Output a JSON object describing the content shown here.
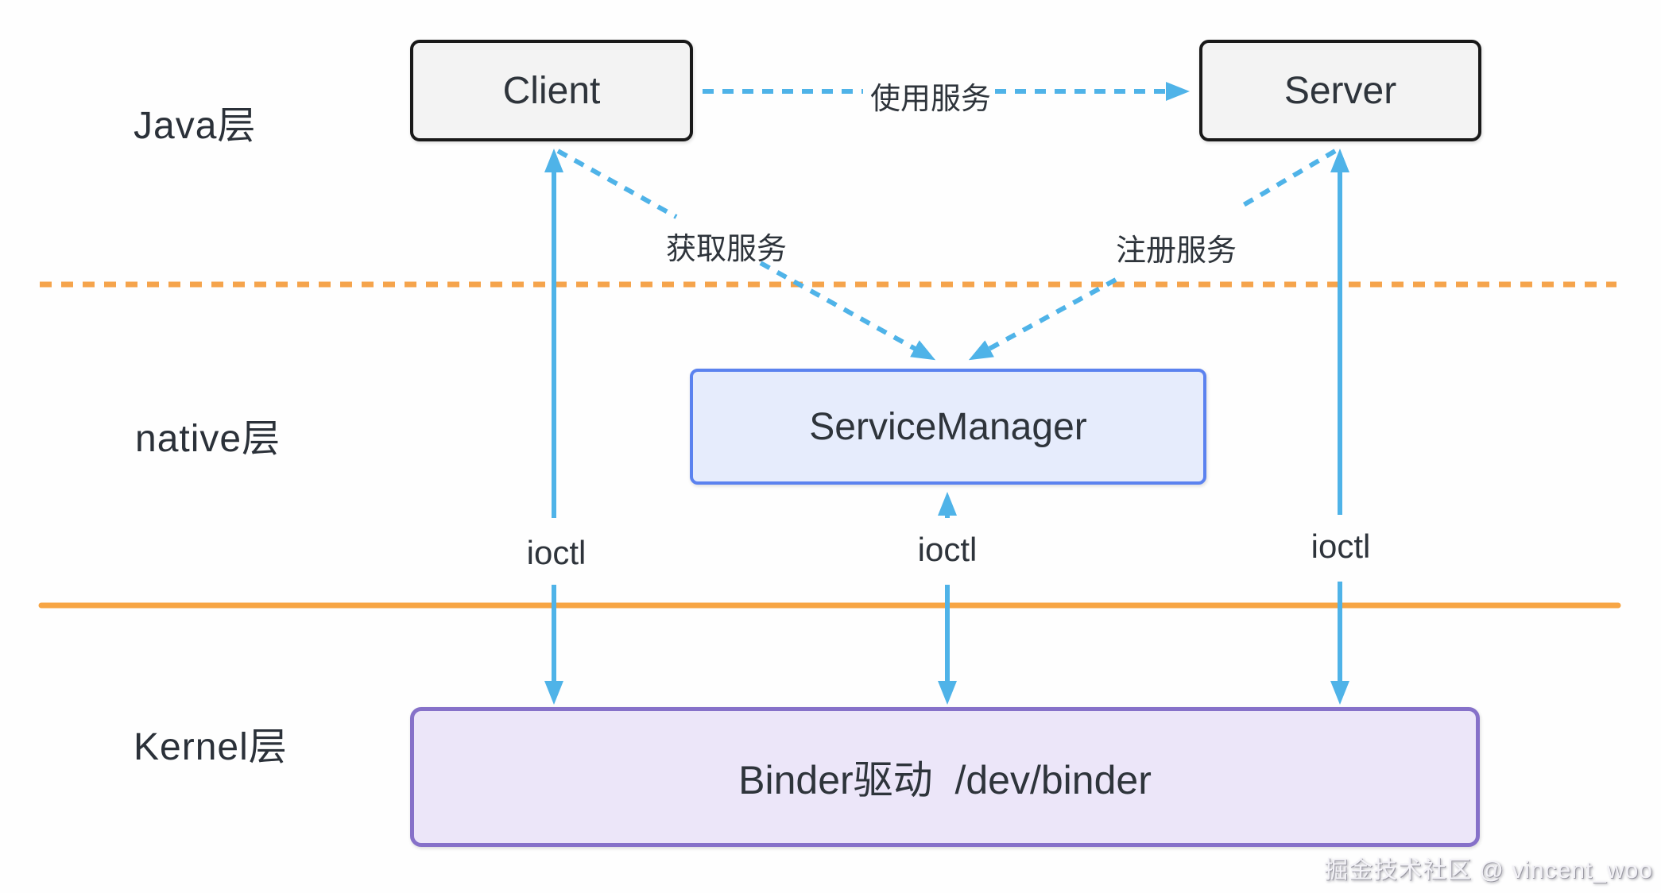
{
  "layers": [
    {
      "label": "Java层"
    },
    {
      "label": "native层"
    },
    {
      "label": "Kernel层"
    }
  ],
  "nodes": {
    "client": {
      "label": "Client"
    },
    "server": {
      "label": "Server"
    },
    "service_manager": {
      "label": "ServiceManager"
    },
    "binder_driver": {
      "label": "Binder驱动  /dev/binder"
    }
  },
  "edges": {
    "use_service": {
      "label": "使用服务",
      "from": "Client",
      "to": "Server",
      "style": "dashed"
    },
    "get_service": {
      "label": "获取服务",
      "from": "Client",
      "to": "ServiceManager",
      "style": "dashed"
    },
    "register_service": {
      "label": "注册服务",
      "from": "Server",
      "to": "ServiceManager",
      "style": "dashed"
    },
    "ioctl_client": {
      "label": "ioctl",
      "from": "Client",
      "to": "Binder驱动",
      "style": "solid-double-arrow"
    },
    "ioctl_service_manager": {
      "label": "ioctl",
      "from": "ServiceManager",
      "to": "Binder驱动",
      "style": "solid-double-arrow"
    },
    "ioctl_server": {
      "label": "ioctl",
      "from": "Server",
      "to": "Binder驱动",
      "style": "solid-double-arrow"
    }
  },
  "separators": {
    "java_native": {
      "style": "dashed",
      "color": "#f5a44c"
    },
    "native_kernel": {
      "style": "solid",
      "color": "#f7a544"
    }
  },
  "colors": {
    "arrow_blue": "#4fb3e8",
    "separator_orange": "#f5a44c",
    "client_server_fill": "#f3f3f3",
    "client_server_border": "#191919",
    "service_manager_fill": "#e6ecfc",
    "service_manager_border": "#5b82ef",
    "kernel_fill": "#ece6f9",
    "kernel_border": "#8671c9",
    "text": "#2e343b"
  },
  "watermark": {
    "text": "掘金技术社区 @ vincent_woo"
  }
}
